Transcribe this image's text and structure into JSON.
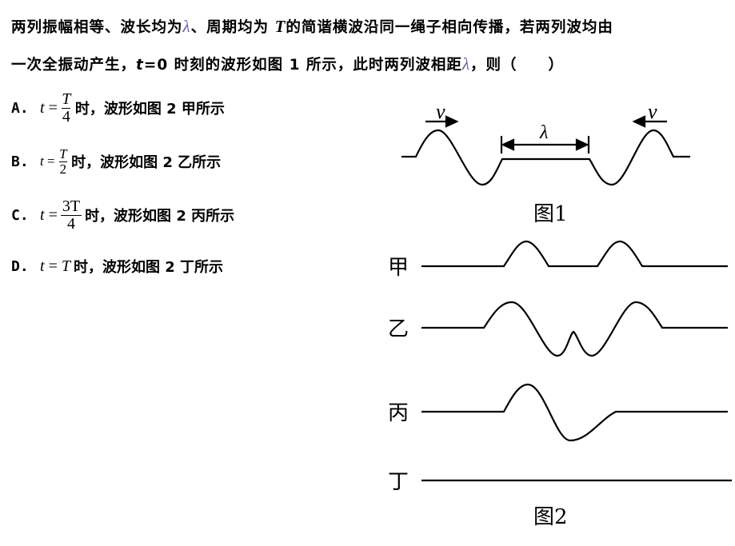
{
  "question": {
    "line1_a": "两列振幅相等、波长均为",
    "lambda": "λ",
    "line1_b": "、周期均为 ",
    "T": "T",
    "line1_c": "的简谐横波沿同一绳子相向传播，若两列波均由",
    "line2_a": "一次全振动产生，",
    "t": "t",
    "line2_b": "=0 时刻的波形如图 1 所示，此时两列波相距",
    "line2_c": "，则（　　）"
  },
  "options": [
    {
      "label": "A.",
      "var": "t",
      "eq": "=",
      "num": "T",
      "den": "4",
      "text": "时，波形如图 2 甲所示"
    },
    {
      "label": "B.",
      "var": "t",
      "eq": "=",
      "num": "T",
      "den": "2",
      "text": "时，波形如图 2 乙所示"
    },
    {
      "label": "C.",
      "var": "t",
      "eq": "=",
      "num": "3T",
      "den": "4",
      "text": "时，波形如图 2 丙所示"
    },
    {
      "label": "D.",
      "var": "t",
      "eq": "=",
      "value": "T",
      "text": "时，波形如图 2 丁所示"
    }
  ],
  "figure1": {
    "caption": "图1",
    "velocity_label": "v",
    "distance_label": "λ"
  },
  "figure2": {
    "caption": "图2",
    "rows": [
      "甲",
      "乙",
      "丙",
      "丁"
    ]
  }
}
